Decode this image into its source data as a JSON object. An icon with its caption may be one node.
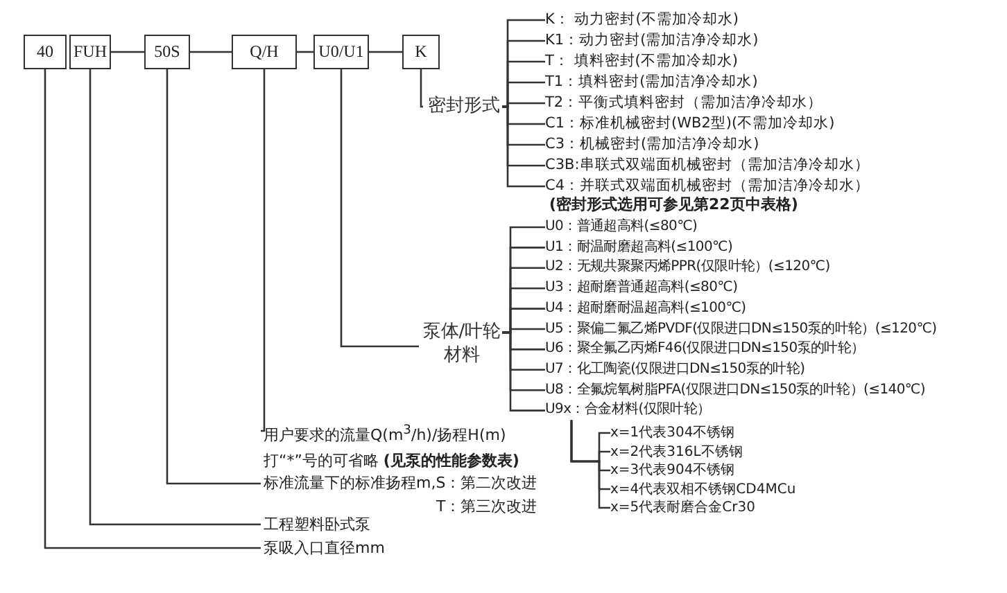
{
  "diagram": {
    "nodes": [
      {
        "text": [
          "40"
        ]
      },
      {
        "text": [
          "FUH"
        ]
      },
      {
        "text": [
          "50S"
        ]
      },
      {
        "text": [
          "Q/H"
        ]
      },
      {
        "text": [
          "U0/U1"
        ]
      },
      {
        "text": [
          "K"
        ]
      },
      {
        "text": [
          "密封形式"
        ]
      },
      {
        "text": [
          "K：  动力密封(不需加冷却水)"
        ]
      },
      {
        "text": [
          "K1：动力密封(需加洁净冷却水)"
        ]
      },
      {
        "text": [
          "T：  填料密封(不需加冷却水)"
        ]
      },
      {
        "text": [
          "T1：填料密封(需加洁净冷却水)"
        ]
      },
      {
        "text": [
          "T2：平衡式填料密封（需加洁净冷却水）"
        ]
      },
      {
        "text": [
          "C1：标准机械密封(WB2型)(不需加冷却水)"
        ]
      },
      {
        "text": [
          "C3：机械密封(需加洁净冷却水)"
        ]
      },
      {
        "text": [
          "C3B:串联式双端面机械密封（需加洁净冷却水）"
        ]
      },
      {
        "text": [
          "C4：并联式双端面机械密封（需加洁净冷却水）"
        ]
      },
      {
        "text": [
          "泵体/叶轮材料"
        ]
      },
      {
        "text": [
          "U0：普通超高料(≤80℃)"
        ]
      },
      {
        "text": [
          "U1：耐温耐磨超高料(≤100℃)"
        ]
      },
      {
        "text": [
          "U2：无规共聚聚丙烯PPR(仅限叶轮）(≤120℃)"
        ]
      },
      {
        "text": [
          "U3：超耐磨普通超高料(≤80℃)"
        ]
      },
      {
        "text": [
          "U4：超耐磨耐温超高料(≤100℃)"
        ]
      },
      {
        "text": [
          "U5：聚偏二氟乙烯PVDF(仅限进口DN≤150泵的叶轮）(≤120℃)"
        ]
      },
      {
        "text": [
          "U6：聚全氟乙丙烯F46(仅限进口DN≤150泵的叶轮）"
        ]
      },
      {
        "text": [
          "U7：化工陶瓷(仅限进口DN≤150泵的叶轮)"
        ]
      },
      {
        "text": [
          "U8：全氟烷氧树脂PFA(仅限进口DN≤150泵的叶轮）(≤140℃)"
        ]
      },
      {
        "text": [
          "U9x：合金材料(仅限叶轮）"
        ]
      },
      {
        "text": [
          "x=1代表304不锈钢"
        ]
      },
      {
        "text": [
          "x=2代表316L不锈钢"
        ]
      },
      {
        "text": [
          "x=3代表904不锈钢"
        ]
      },
      {
        "text": [
          "x=4代表双相不锈钢CD4MCu"
        ]
      },
      {
        "text": [
          "x=5代表耐磨合金Cr30"
        ]
      },
      {
        "text": [
          "用户要求的流量Q(m$^{3}$/h)/扬程H(m)",
          "打“*”号的可省略 **(见泵的性能参数表)**"
        ]
      },
      {
        "text": [
          "标准流量下的标准扬程m,S：第二次改进",
          "T：第三次改进"
        ]
      },
      {
        "text": [
          "工程塑料卧式泵"
        ]
      },
      {
        "text": [
          "泵吸入口直径mm"
        ]
      }
    ],
    "edges": [
      {
        "from": 1,
        "to": 2,
        "arrow": "none"
      },
      {
        "from": 2,
        "to": 3,
        "arrow": "none"
      },
      {
        "from": 3,
        "to": 4,
        "arrow": "none"
      },
      {
        "from": 4,
        "to": 5,
        "arrow": "none"
      },
      {
        "from": 5,
        "to": 6,
        "arrow": "none"
      },
      {
        "from": 6,
        "to": 7,
        "arrow": "none"
      },
      {
        "from": 6,
        "to": 8,
        "arrow": "none"
      },
      {
        "from": 6,
        "to": 9,
        "arrow": "none"
      },
      {
        "from": 6,
        "to": 10,
        "arrow": "none"
      },
      {
        "from": 6,
        "to": 11,
        "arrow": "none"
      },
      {
        "from": 6,
        "to": 12,
        "arrow": "none"
      },
      {
        "from": 6,
        "to": 13,
        "arrow": "none"
      },
      {
        "from": 6,
        "to": 14,
        "arrow": "none"
      },
      {
        "from": 6,
        "to": 15,
        "arrow": "none"
      },
      {
        "from": 4,
        "to": 16,
        "arrow": "none"
      },
      {
        "from": 16,
        "to": 17,
        "arrow": "none"
      },
      {
        "from": 16,
        "to": 18,
        "arrow": "none"
      },
      {
        "from": 16,
        "to": 19,
        "arrow": "none"
      },
      {
        "from": 16,
        "to": 20,
        "arrow": "none"
      },
      {
        "from": 16,
        "to": 21,
        "arrow": "none"
      },
      {
        "from": 16,
        "to": 22,
        "arrow": "none"
      },
      {
        "from": 16,
        "to": 23,
        "arrow": "none"
      },
      {
        "from": 16,
        "to": 24,
        "arrow": "none"
      },
      {
        "from": 16,
        "to": 25,
        "arrow": "none"
      },
      {
        "from": 16,
        "to": 26,
        "arrow": "none"
      },
      {
        "from": 26,
        "to": 27,
        "arrow": "none"
      },
      {
        "from": 26,
        "to": 28,
        "arrow": "none"
      },
      {
        "from": 26,
        "to": 29,
        "arrow": "none"
      },
      {
        "from": 26,
        "to": 30,
        "arrow": "none"
      },
      {
        "from": 26,
        "to": 31,
        "arrow": "none"
      },
      {
        "from": 3,
        "to": 32,
        "arrow": "none"
      },
      {
        "from": 2,
        "to": 33,
        "arrow": "none"
      },
      {
        "from": 1,
        "to": 34,
        "arrow": "none"
      },
      {
        "from": 0,
        "to": 35,
        "arrow": "none"
      }
    ],
    "labels": [
      "(密封形式选用可参见第22页中表格)"
    ]
  }
}
